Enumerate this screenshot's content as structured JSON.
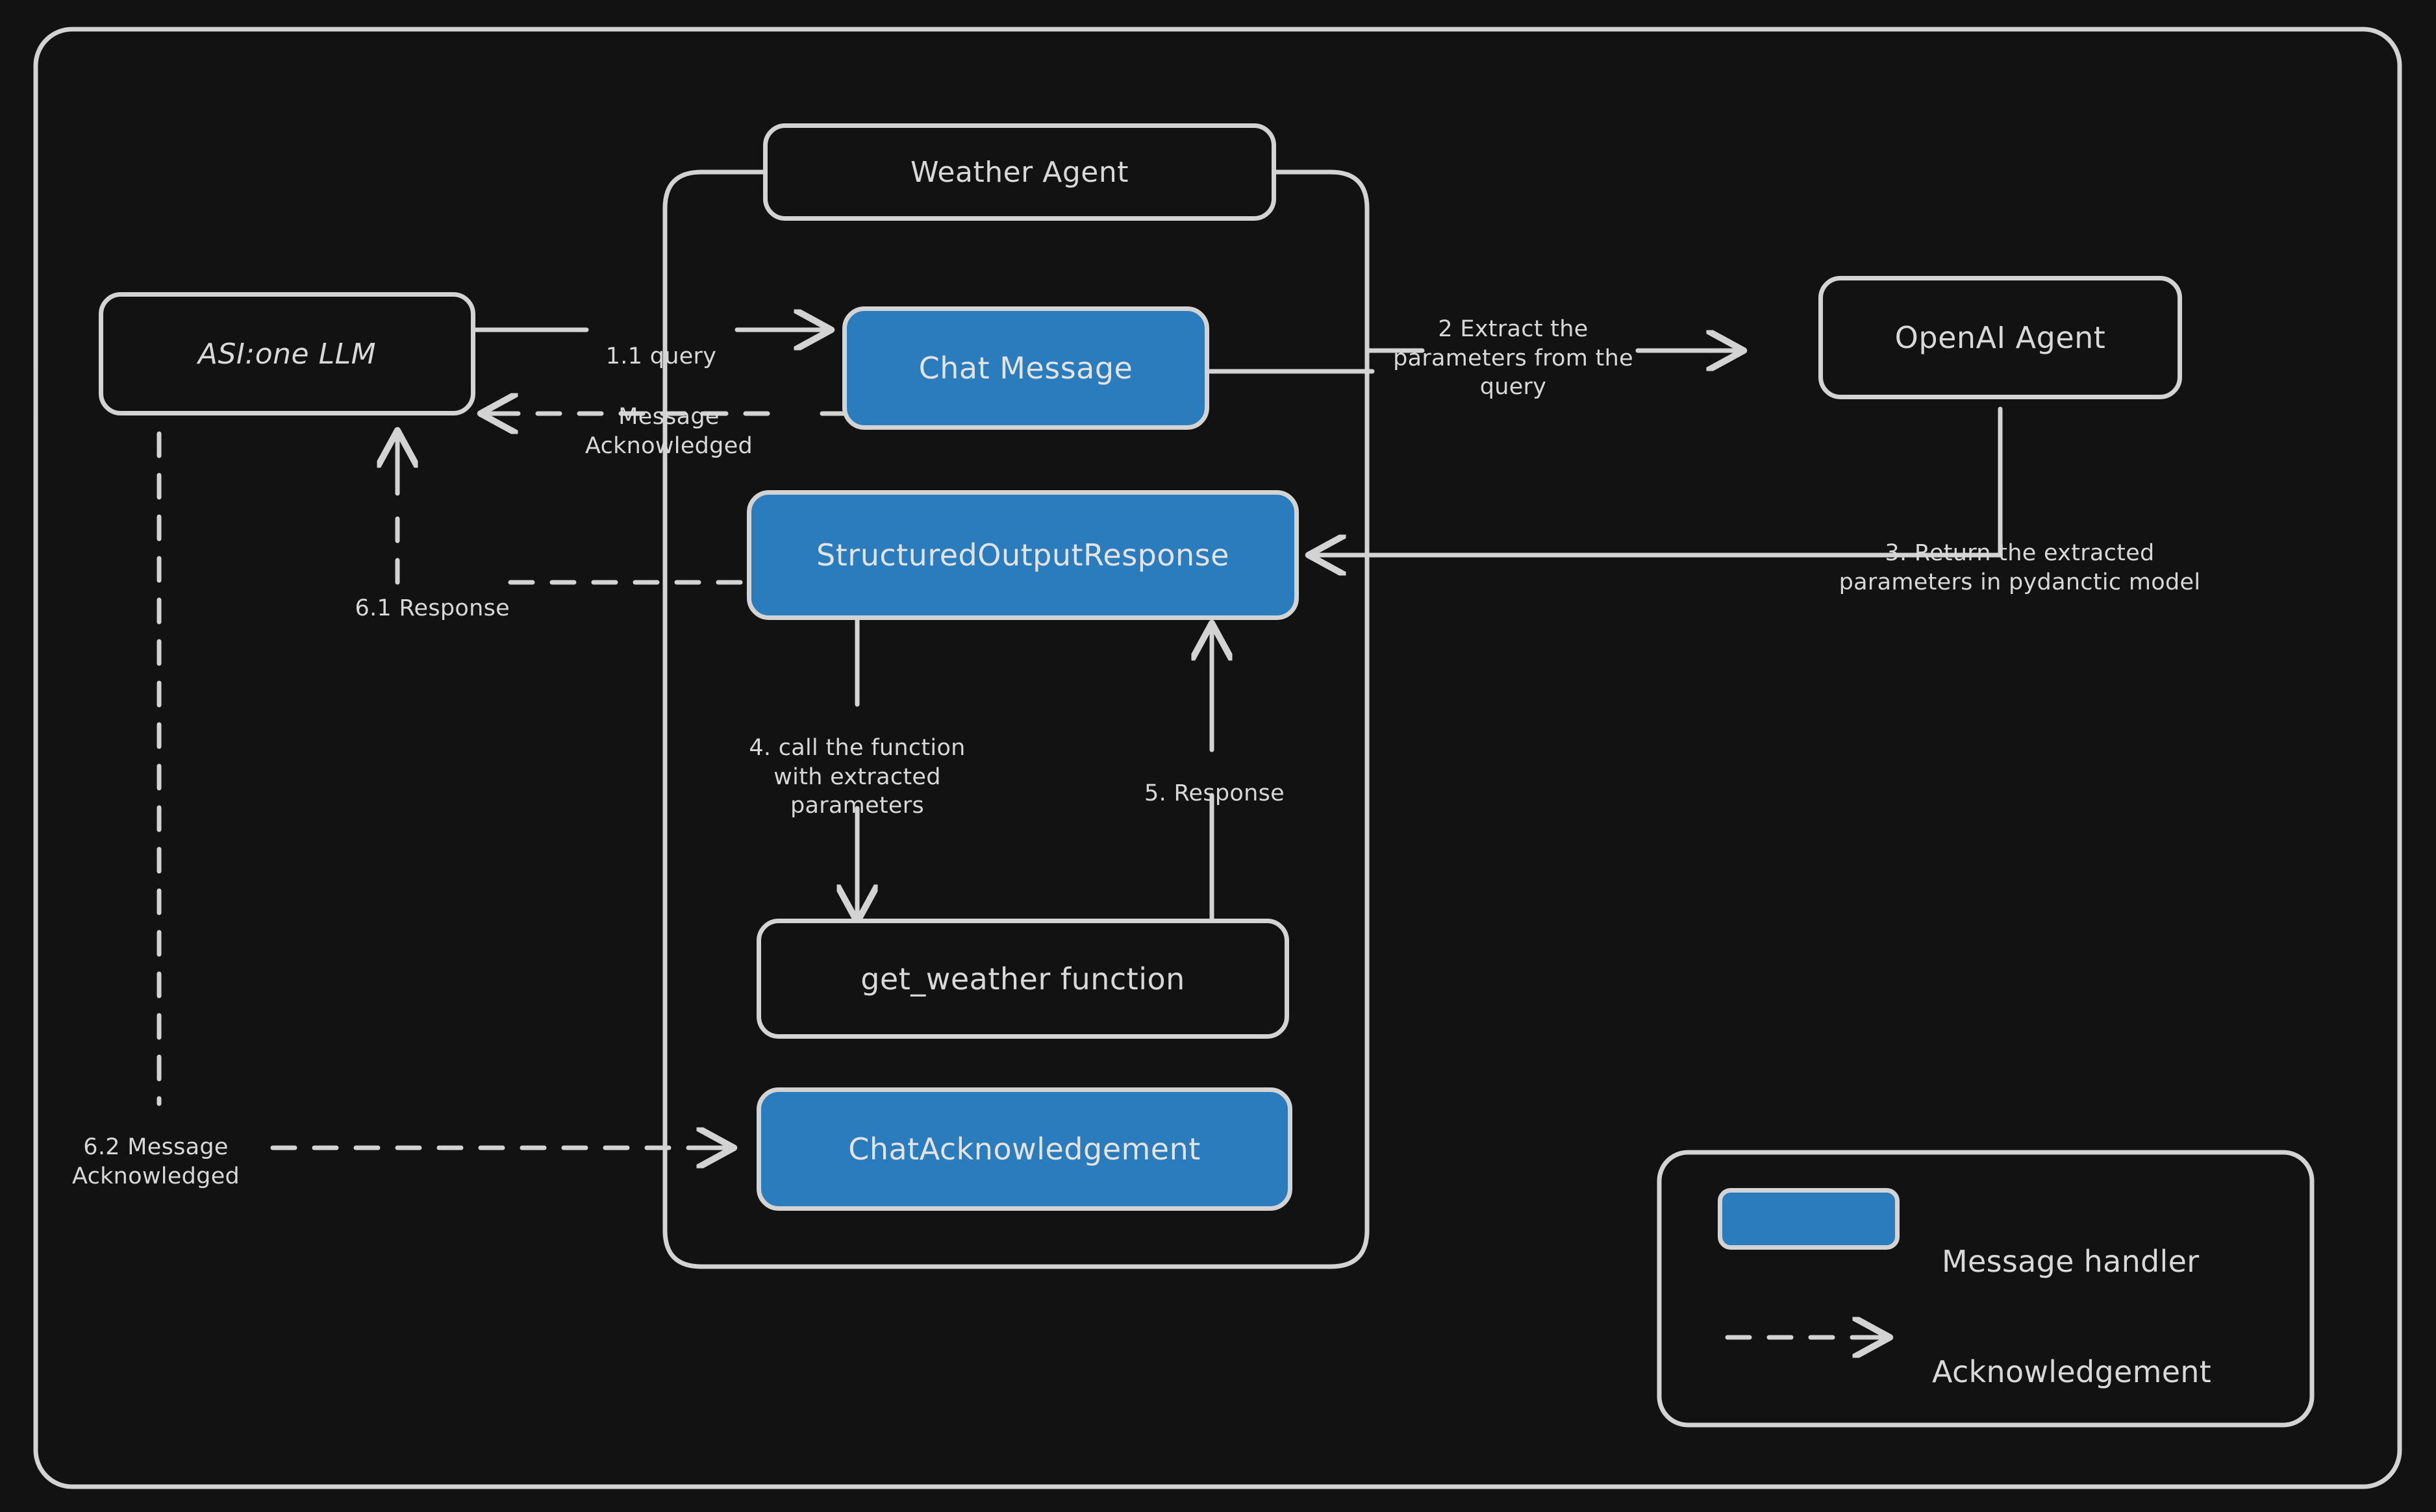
{
  "diagram": {
    "title_hidden": "",
    "theme": {
      "background": "#121212",
      "stroke": "#d3d3d3",
      "text": "#d8d8d8",
      "handler_fill": "#2a7cbd"
    }
  },
  "nodes": {
    "asi_llm": {
      "label": "ASI:one LLM",
      "kind": "external"
    },
    "weather_agent": {
      "label": "Weather Agent",
      "kind": "container-title"
    },
    "chat_message": {
      "label": "Chat Message",
      "kind": "handler"
    },
    "structured_output": {
      "label": "StructuredOutputResponse",
      "kind": "handler"
    },
    "get_weather": {
      "label": "get_weather function",
      "kind": "function"
    },
    "chat_ack": {
      "label": "ChatAcknowledgement",
      "kind": "handler"
    },
    "openai_agent": {
      "label": "OpenAI Agent",
      "kind": "external"
    }
  },
  "edges": {
    "query": {
      "label": "1.1 query",
      "style": "solid"
    },
    "message_acknowledged": {
      "label": "Message\nAcknowledged",
      "style": "dashed"
    },
    "extract_params": {
      "label": "2 Extract the\nparameters from the\nquery",
      "style": "solid"
    },
    "return_params": {
      "label": "3. Return the extracted\nparameters in pydanctic model",
      "style": "solid"
    },
    "call_function": {
      "label": "4. call the function\nwith extracted\nparameters",
      "style": "solid"
    },
    "response_5": {
      "label": "5. Response",
      "style": "solid"
    },
    "response_61": {
      "label": "6.1 Response",
      "style": "dashed"
    },
    "message_ack_62": {
      "label": "6.2 Message\nAcknowledged",
      "style": "dashed"
    }
  },
  "legend": {
    "items": [
      {
        "label": "Message handler",
        "swatch": "blue-box"
      },
      {
        "label": "Acknowledgement",
        "swatch": "dashed-arrow"
      }
    ]
  }
}
